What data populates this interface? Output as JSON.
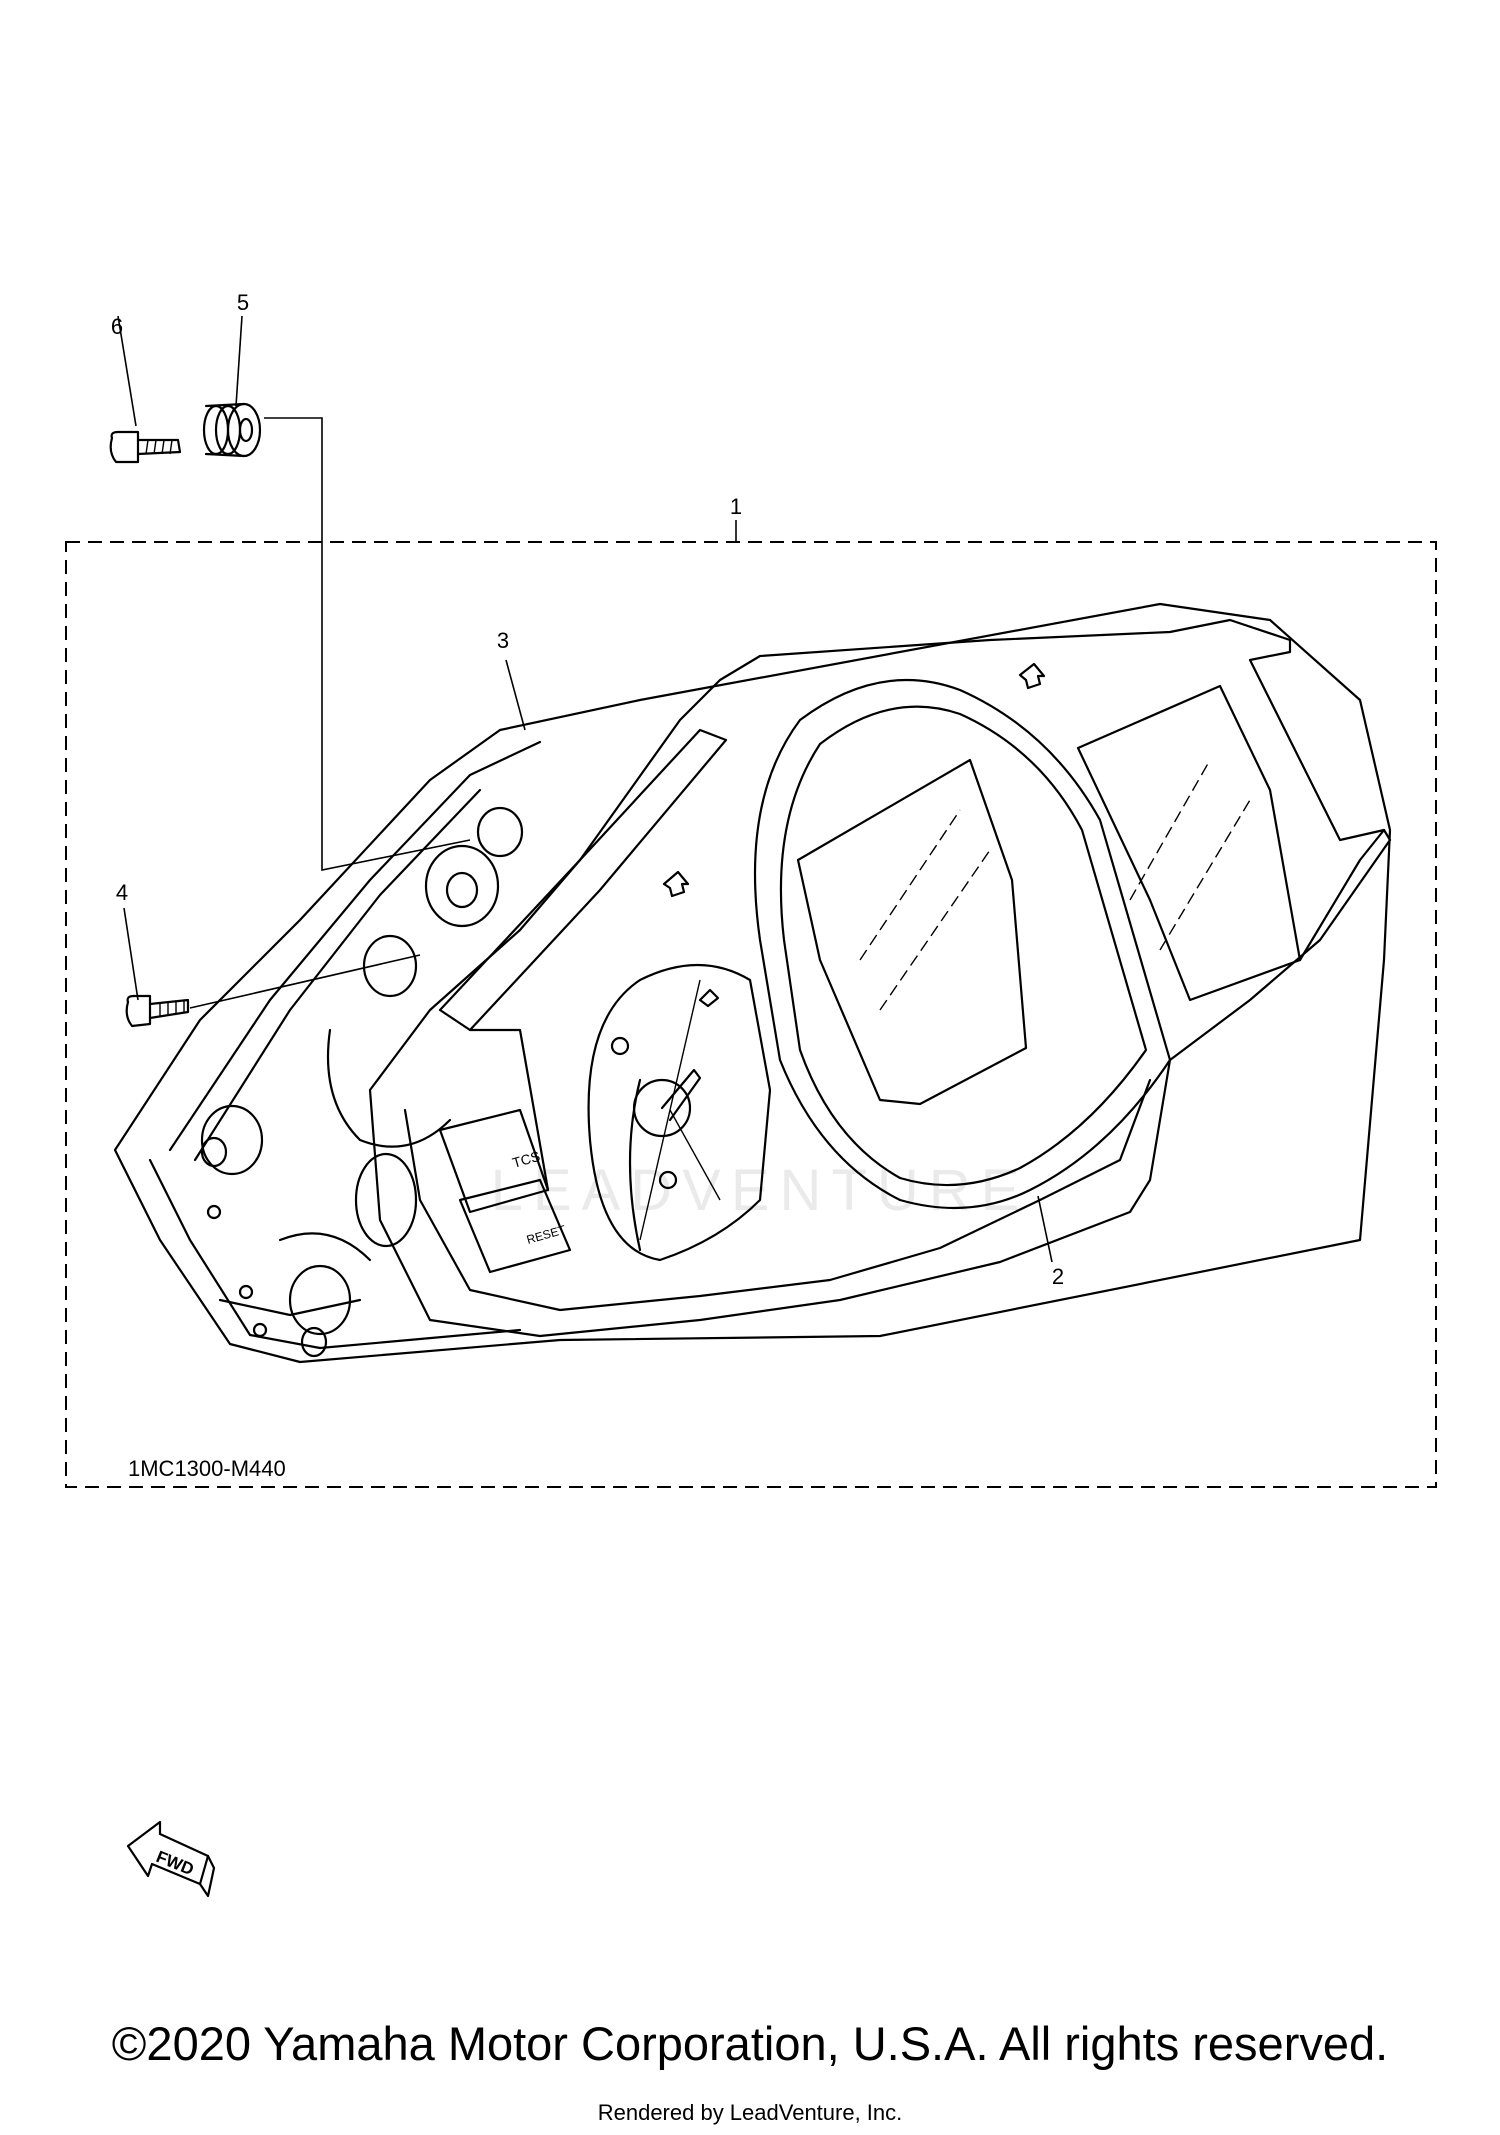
{
  "callouts": [
    {
      "id": "1",
      "label": "1"
    },
    {
      "id": "2",
      "label": "2"
    },
    {
      "id": "3",
      "label": "3"
    },
    {
      "id": "4",
      "label": "4"
    },
    {
      "id": "5",
      "label": "5"
    },
    {
      "id": "6",
      "label": "6"
    }
  ],
  "meter_labels": {
    "tcs": "TCS",
    "reset": "RESET"
  },
  "fwd_label": "FWD",
  "diagram_code": "1MC1300-M440",
  "copyright": "©2020 Yamaha Motor Corporation, U.S.A. All rights reserved.",
  "rendered_by": "Rendered by LeadVenture, Inc.",
  "watermark": "LEADVENTURE"
}
